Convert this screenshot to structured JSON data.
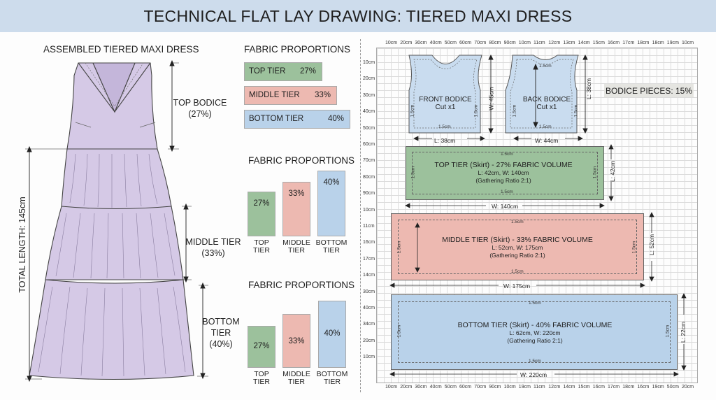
{
  "title": "TECHNICAL FLAT LAY DRAWING: TIERED MAXI DRESS",
  "colors": {
    "top": "#9cc19c",
    "middle": "#edb9b1",
    "bottom": "#b9d2ea",
    "dress": "#d5c9e6",
    "header": "#cddcec",
    "bodice_fill": "#c9dcef"
  },
  "dress": {
    "title": "ASSEMBLED TIERED MAXI DRESS",
    "top_label": "TOP BODICE",
    "top_pct": "(27%)",
    "middle_label": "MIDDLE TIER",
    "middle_pct": "(33%)",
    "bottom_label_1": "BOTTOM",
    "bottom_label_2": "TIER",
    "bottom_pct": "(40%)",
    "total": "TOTAL LENGTH: 145cm"
  },
  "proportions": {
    "title1": "FABRIC PROPORTIONS",
    "title2": "FABRIC PROPORTIONS",
    "title3": "FABRIC PROPORTIONS",
    "tiers": [
      {
        "name": "TOP TIER",
        "pct": "27%",
        "value": 27,
        "cap1": "TOP",
        "cap2": "TIER"
      },
      {
        "name": "MIDDLE TIER",
        "pct": "33%",
        "value": 33,
        "cap1": "MIDDLE",
        "cap2": "TIER"
      },
      {
        "name": "BOTTOM TIER",
        "pct": "40%",
        "value": 40,
        "cap1": "BOTTOM",
        "cap2": "TIER"
      }
    ]
  },
  "pattern": {
    "top_ticks": [
      "10cm",
      "20cm",
      "30cm",
      "40cm",
      "50cm",
      "60cm",
      "70cm",
      "80cm",
      "90cm",
      "10cm",
      "11cm",
      "12cm",
      "13cm",
      "14cm",
      "15cm",
      "16cm",
      "17cm",
      "18cm",
      "18cm",
      "19cm",
      "10cm"
    ],
    "bottom_ticks": [
      "10cm",
      "20cm",
      "30cm",
      "40cm",
      "50cm",
      "60cm",
      "70cm",
      "90cm",
      "10cm",
      "19cm",
      "11cm",
      "12cm",
      "14cm",
      "15cm",
      "16cm",
      "17cm",
      "18cm",
      "16cm",
      "19cm",
      "50cm",
      "20cm"
    ],
    "left_ticks": [
      "10cm",
      "20cm",
      "30cm",
      "40cm",
      "50cm",
      "60cm",
      "70cm",
      "80cm",
      "90cm",
      "10cm",
      "11cm",
      "16cm",
      "17cm",
      "14cm",
      "30cm",
      "40cm",
      "34cm",
      "20cm",
      "10cm"
    ],
    "seam": "1.5cm",
    "front": {
      "name": "FRONT BODICE",
      "cut": "Cut x1",
      "width": "L: 38cm",
      "height": "W: 45cm"
    },
    "back": {
      "name": "BACK BODICE",
      "cut": "Cut x1",
      "width": "W: 44cm",
      "height": "L: 38cm"
    },
    "bodice_pieces": "BODICE PIECES: 15%",
    "top_tier": {
      "t1": "TOP TIER (Skirt) - 27% FABRIC VOLUME",
      "t2": "L: 42cm, W: 140cm",
      "t3": "(Gathering Ratio 2:1)",
      "width": "W: 140cm",
      "height": "L: 42cm"
    },
    "middle_tier": {
      "t1": "MIDDLE TIER (Skirt) - 33% FABRIC VOLUME",
      "t2": "L: 52cm, W: 175cm",
      "t3": "(Gathering Ratio 2:1)",
      "width": "W: 175cm",
      "height": "L: 52cm"
    },
    "bottom_tier": {
      "t1": "BOTTOM TIER (Skirt) - 40% FABRIC VOLUME",
      "t2": "L: 62cm, W: 220cm",
      "t3": "(Gathering Ratio 2:1)",
      "width": "W: 220cm",
      "height": "L: 22cm"
    }
  }
}
